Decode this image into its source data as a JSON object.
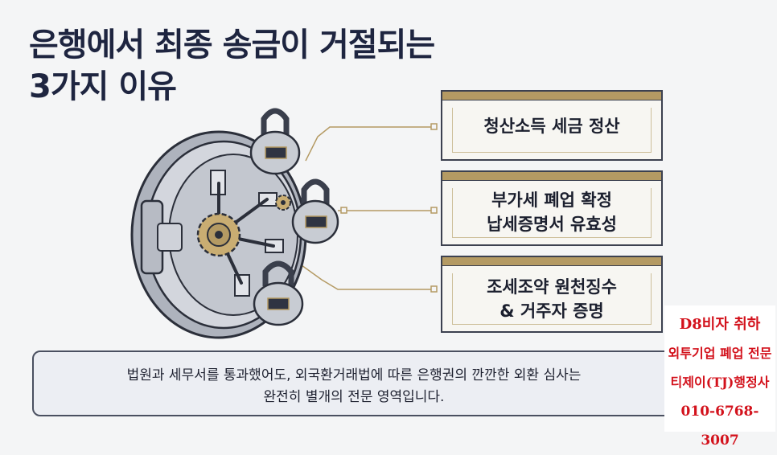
{
  "title": {
    "line1": "은행에서 최종 송금이 거절되는",
    "line2": "3가지 이유"
  },
  "reasons": [
    {
      "line1": "청산소득 세금 정산",
      "line2": ""
    },
    {
      "line1": "부가세 폐업 확정",
      "line2": "납세증명서 유효성"
    },
    {
      "line1": "조세조약 원천징수",
      "line2": "& 거주자 증명"
    }
  ],
  "note": {
    "line1": "법원과 세무서를 통과했어도, 외국환거래법에 따른 은행권의 깐깐한 외환 심사는",
    "line2": "완전히 별개의 전문 영역입니다."
  },
  "ad": {
    "line1": "D8비자 취하",
    "line2": "외투기업 폐업 전문",
    "line3": "티제이(TJ)행정사",
    "line4": "010-6768-3007"
  },
  "colors": {
    "title": "#1e2540",
    "gold": "#b49a63",
    "ad_red": "#d3121c",
    "vault_steel": "#c9cdd6"
  },
  "icons": [
    "vault-door-icon",
    "padlock-icon",
    "gear-icon"
  ]
}
